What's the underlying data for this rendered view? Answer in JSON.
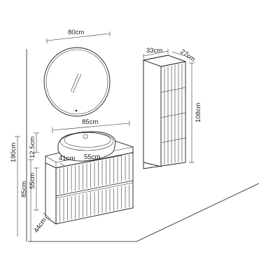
{
  "diagram": {
    "dimensions": {
      "mirror_width": "80cm",
      "cabinet_width": "85cm",
      "basin_width": "55cm",
      "basin_depth": "41cm",
      "basin_height": "12.5cm",
      "cabinet_height": "55cm",
      "cabinet_mount_height": "85cm",
      "cabinet_depth": "44cm",
      "total_height": "190cm",
      "tall_unit_width": "33cm",
      "tall_unit_depth": "27cm",
      "tall_unit_height": "108cm"
    },
    "colors": {
      "line": "#1a1a1a",
      "background": "#ffffff"
    }
  }
}
